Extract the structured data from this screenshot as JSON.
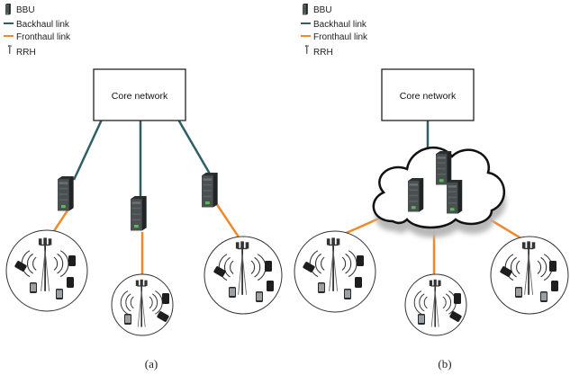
{
  "legend": {
    "bbu": "BBU",
    "backhaul": "Backhaul link",
    "fronthaul": "Fronthaul link",
    "rrh": "RRH"
  },
  "panel_a": {
    "core_label": "Core network",
    "caption": "(a)"
  },
  "panel_b": {
    "core_label": "Core network",
    "caption": "(b)"
  },
  "colors": {
    "backhaul": "#2f5f66",
    "fronthaul": "#ef8a2a",
    "bbu_body": "#4a4f50",
    "bbu_shade": "#2b2f30",
    "device": "#2a2a2a"
  },
  "icons": {
    "bbu": "server-rack-icon",
    "rrh": "antenna-tower-icon",
    "device": "smartphone-icon",
    "cloud": "cloud-icon"
  }
}
